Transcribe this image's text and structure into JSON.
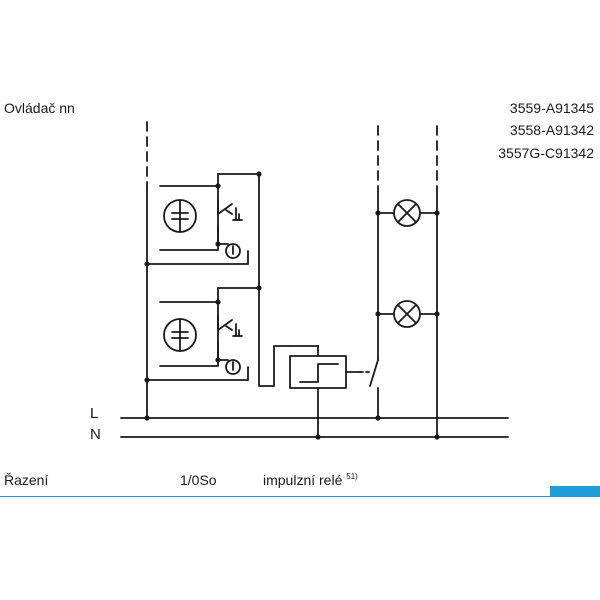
{
  "header": {
    "title": "Ovládač nn",
    "codes": [
      "3559-A91345",
      "3558-A91342",
      "3557G-C91342"
    ]
  },
  "bus": {
    "L": "L",
    "N": "N"
  },
  "footer": {
    "label": "Řazení",
    "mode": "1/0So",
    "relay": "impulzní relé",
    "footnote": "51)"
  },
  "colors": {
    "accent": "#1f9dd9",
    "line": "#1a1a1a"
  },
  "icons": [
    "pushbutton-switch-icon",
    "indicator-lamp-icon",
    "impulse-relay-icon",
    "relay-contact-icon",
    "lamp-icon"
  ]
}
